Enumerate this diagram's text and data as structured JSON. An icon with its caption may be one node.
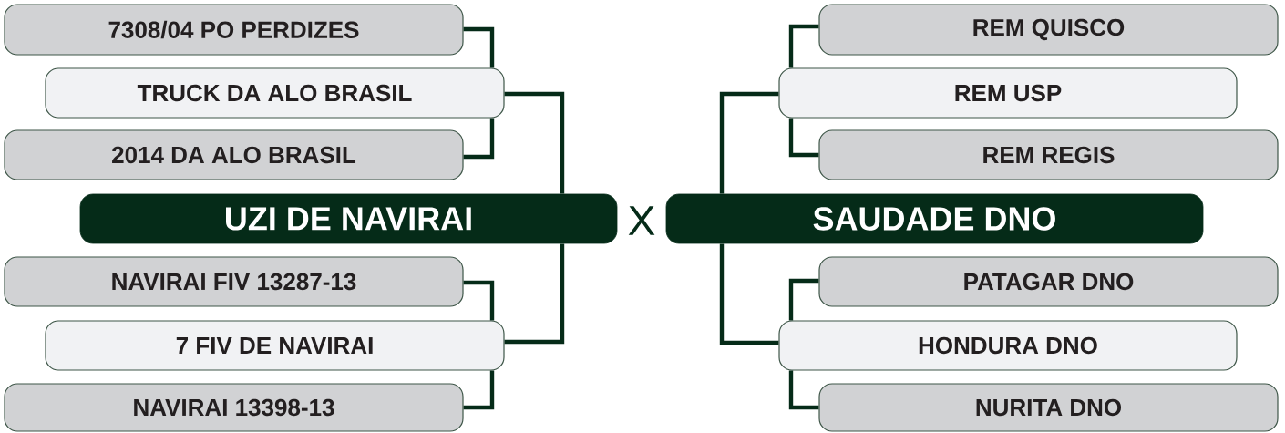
{
  "diagram": {
    "nodes": [
      {
        "text": [
          "7308/04 PO PERDIZES"
        ]
      },
      {
        "text": [
          "TRUCK DA ALO BRASIL"
        ]
      },
      {
        "text": [
          "2014 DA ALO BRASIL"
        ]
      },
      {
        "text": [
          "UZI DE NAVIRAI"
        ]
      },
      {
        "text": [
          "NAVIRAI FIV 13287-13"
        ]
      },
      {
        "text": [
          "7 FIV DE NAVIRAI"
        ]
      },
      {
        "text": [
          "NAVIRAI 13398-13"
        ]
      },
      {
        "text": [
          "REM QUISCO"
        ]
      },
      {
        "text": [
          "REM USP"
        ]
      },
      {
        "text": [
          "REM REGIS"
        ]
      },
      {
        "text": [
          "SAUDADE DNO"
        ]
      },
      {
        "text": [
          "PATAGAR DNO"
        ]
      },
      {
        "text": [
          "HONDURA DNO"
        ]
      },
      {
        "text": [
          "NURITA DNO"
        ]
      }
    ],
    "edges": [
      {
        "from": 0,
        "to": 1,
        "arrow": "none"
      },
      {
        "from": 2,
        "to": 1,
        "arrow": "none"
      },
      {
        "from": 1,
        "to": 3,
        "arrow": "none"
      },
      {
        "from": 4,
        "to": 5,
        "arrow": "none"
      },
      {
        "from": 6,
        "to": 5,
        "arrow": "none"
      },
      {
        "from": 5,
        "to": 3,
        "arrow": "none"
      },
      {
        "from": 7,
        "to": 8,
        "arrow": "none"
      },
      {
        "from": 9,
        "to": 8,
        "arrow": "none"
      },
      {
        "from": 8,
        "to": 10,
        "arrow": "none"
      },
      {
        "from": 11,
        "to": 12,
        "arrow": "none"
      },
      {
        "from": 13,
        "to": 12,
        "arrow": "none"
      },
      {
        "from": 12,
        "to": 10,
        "arrow": "none"
      }
    ],
    "labels": [
      "X"
    ]
  }
}
